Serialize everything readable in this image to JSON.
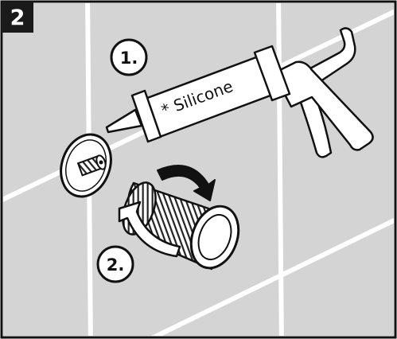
{
  "step_badge": "2",
  "callouts": {
    "one": "1.",
    "two": "2."
  },
  "tube_label": "* Silicone",
  "colors": {
    "tile": "#d4d4d4",
    "grout": "#ffffff",
    "badge": "#1a1a1a",
    "outline": "#111111"
  }
}
